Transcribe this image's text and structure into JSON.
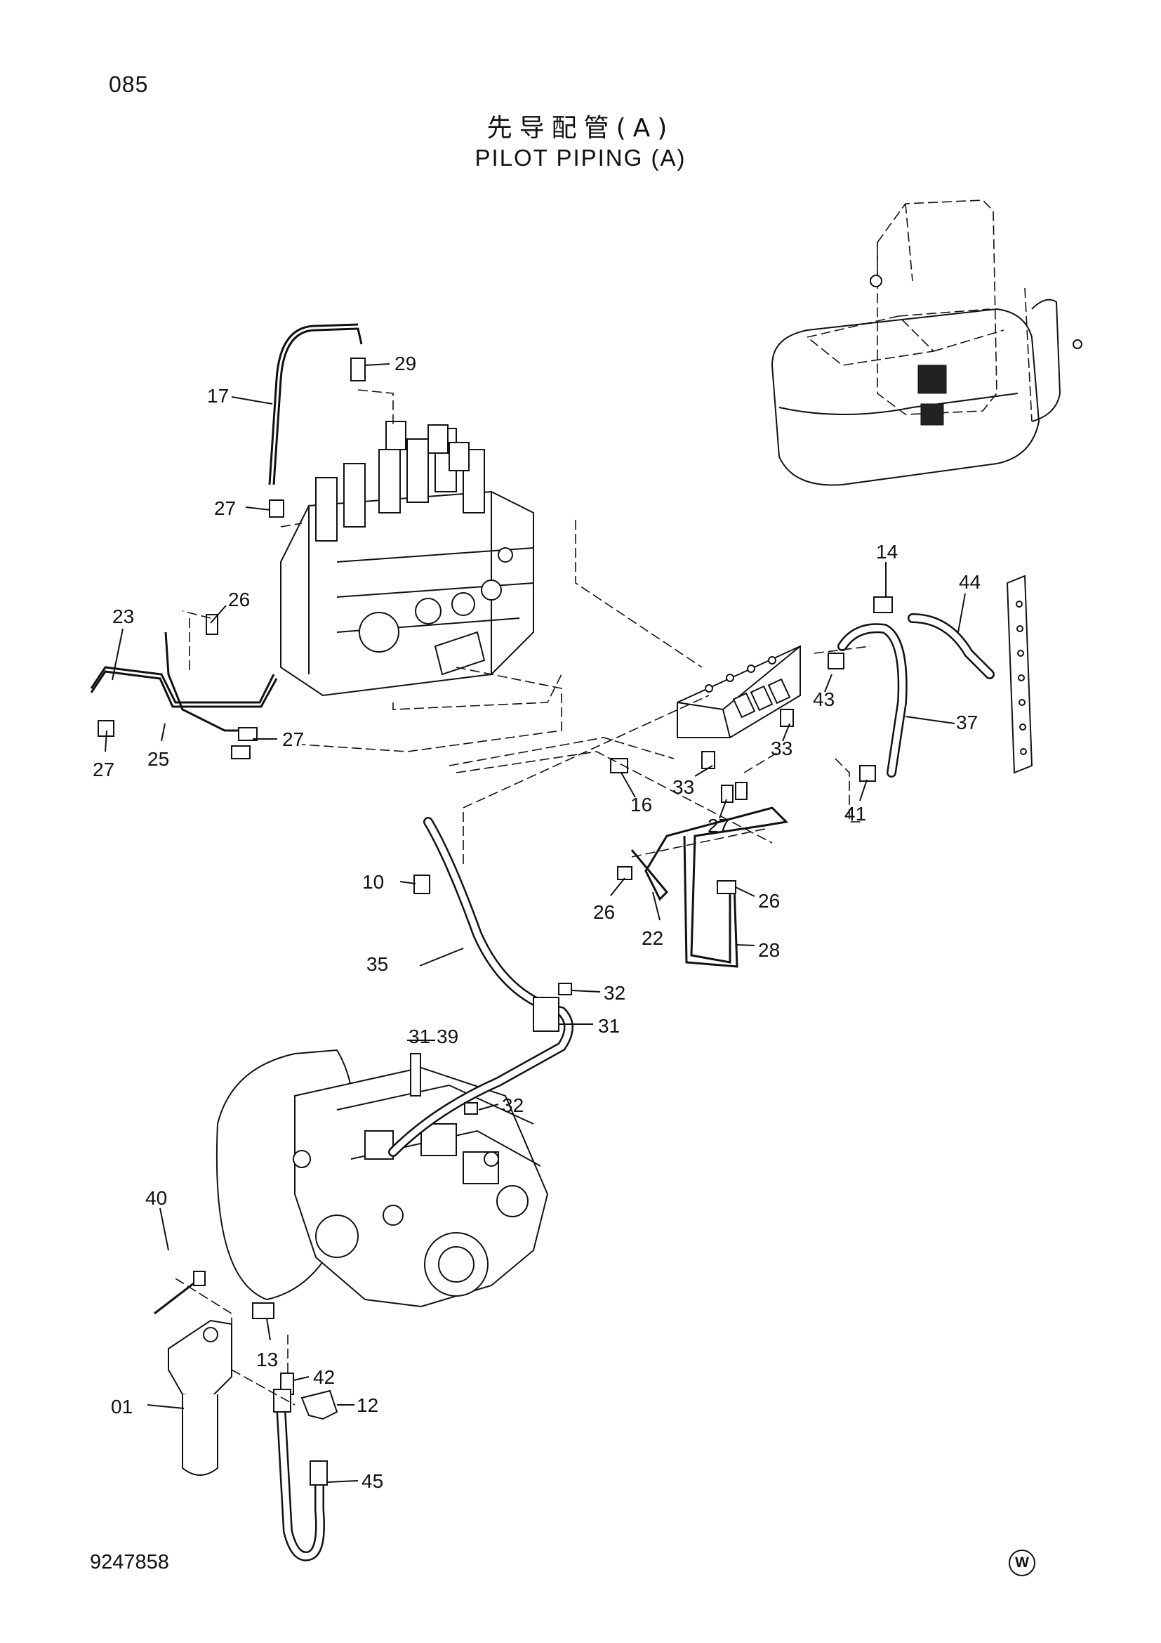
{
  "header": {
    "page_code": "085",
    "title_zh": "先导配管(A)",
    "title_en": "PILOT PIPING (A)"
  },
  "callouts": [
    {
      "id": "c29",
      "text": "29"
    },
    {
      "id": "c17",
      "text": "17"
    },
    {
      "id": "c27a",
      "text": "27"
    },
    {
      "id": "c26a",
      "text": "26"
    },
    {
      "id": "c23",
      "text": "23"
    },
    {
      "id": "c27b",
      "text": "27"
    },
    {
      "id": "c25",
      "text": "25"
    },
    {
      "id": "c27c",
      "text": "27"
    },
    {
      "id": "c14",
      "text": "14"
    },
    {
      "id": "c44",
      "text": "44"
    },
    {
      "id": "c43",
      "text": "43"
    },
    {
      "id": "c37",
      "text": "37"
    },
    {
      "id": "c33a",
      "text": "33"
    },
    {
      "id": "c33b",
      "text": "33"
    },
    {
      "id": "c16",
      "text": "16"
    },
    {
      "id": "c27d",
      "text": "27"
    },
    {
      "id": "c41",
      "text": "41"
    },
    {
      "id": "c10",
      "text": "10"
    },
    {
      "id": "c26b",
      "text": "26"
    },
    {
      "id": "c26c",
      "text": "26"
    },
    {
      "id": "c22",
      "text": "22"
    },
    {
      "id": "c28",
      "text": "28"
    },
    {
      "id": "c35",
      "text": "35"
    },
    {
      "id": "c32a",
      "text": "32"
    },
    {
      "id": "c31",
      "text": "31"
    },
    {
      "id": "c31s",
      "text": "31"
    },
    {
      "id": "c39",
      "text": "39"
    },
    {
      "id": "c32b",
      "text": "32"
    },
    {
      "id": "c40",
      "text": "40"
    },
    {
      "id": "c13",
      "text": "13"
    },
    {
      "id": "c42",
      "text": "42"
    },
    {
      "id": "c01",
      "text": "01"
    },
    {
      "id": "c12",
      "text": "12"
    },
    {
      "id": "c45",
      "text": "45"
    }
  ],
  "footer": {
    "drawing_number": "9247858",
    "mark": "W"
  }
}
